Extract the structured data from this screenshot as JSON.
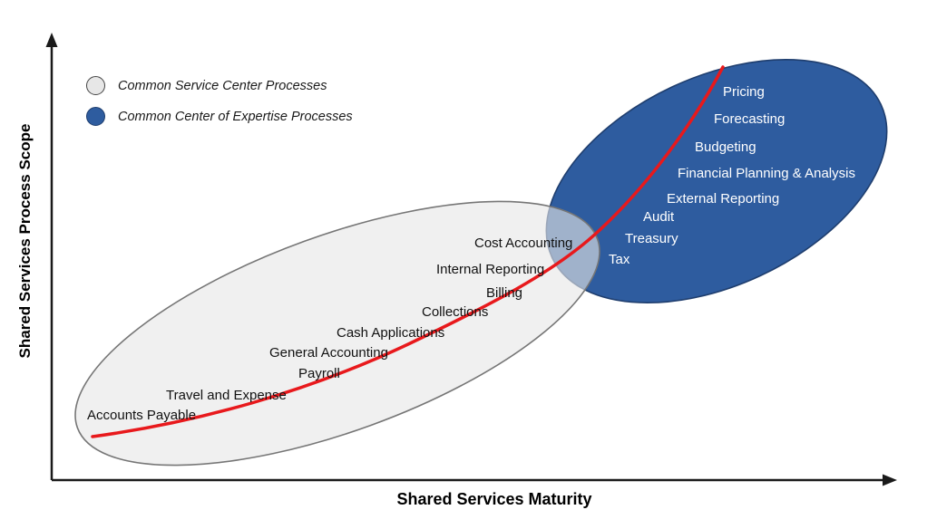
{
  "axes": {
    "x_label": "Shared Services Maturity",
    "y_label": "Shared Services Process Scope"
  },
  "legend": {
    "items": [
      {
        "label": "Common Service Center Processes",
        "color": "#e7e7e7"
      },
      {
        "label": "Common Center of Expertise Processes",
        "color": "#2e5c9f"
      }
    ]
  },
  "colors": {
    "service_center_fill": "#e7e7e7",
    "service_center_stroke": "#767676",
    "expertise_fill": "#2e5c9f",
    "expertise_stroke": "#1f3e6e",
    "curve": "#e8191c",
    "axis": "#1a1a1a"
  },
  "service_center_processes": [
    "Accounts Payable",
    "Travel and Expense",
    "Payroll",
    "General Accounting",
    "Cash Applications",
    "Collections",
    "Billing",
    "Internal Reporting",
    "Cost Accounting"
  ],
  "expertise_processes": [
    "Tax",
    "Treasury",
    "Audit",
    "External Reporting",
    "Financial Planning & Analysis",
    "Budgeting",
    "Forecasting",
    "Pricing"
  ]
}
